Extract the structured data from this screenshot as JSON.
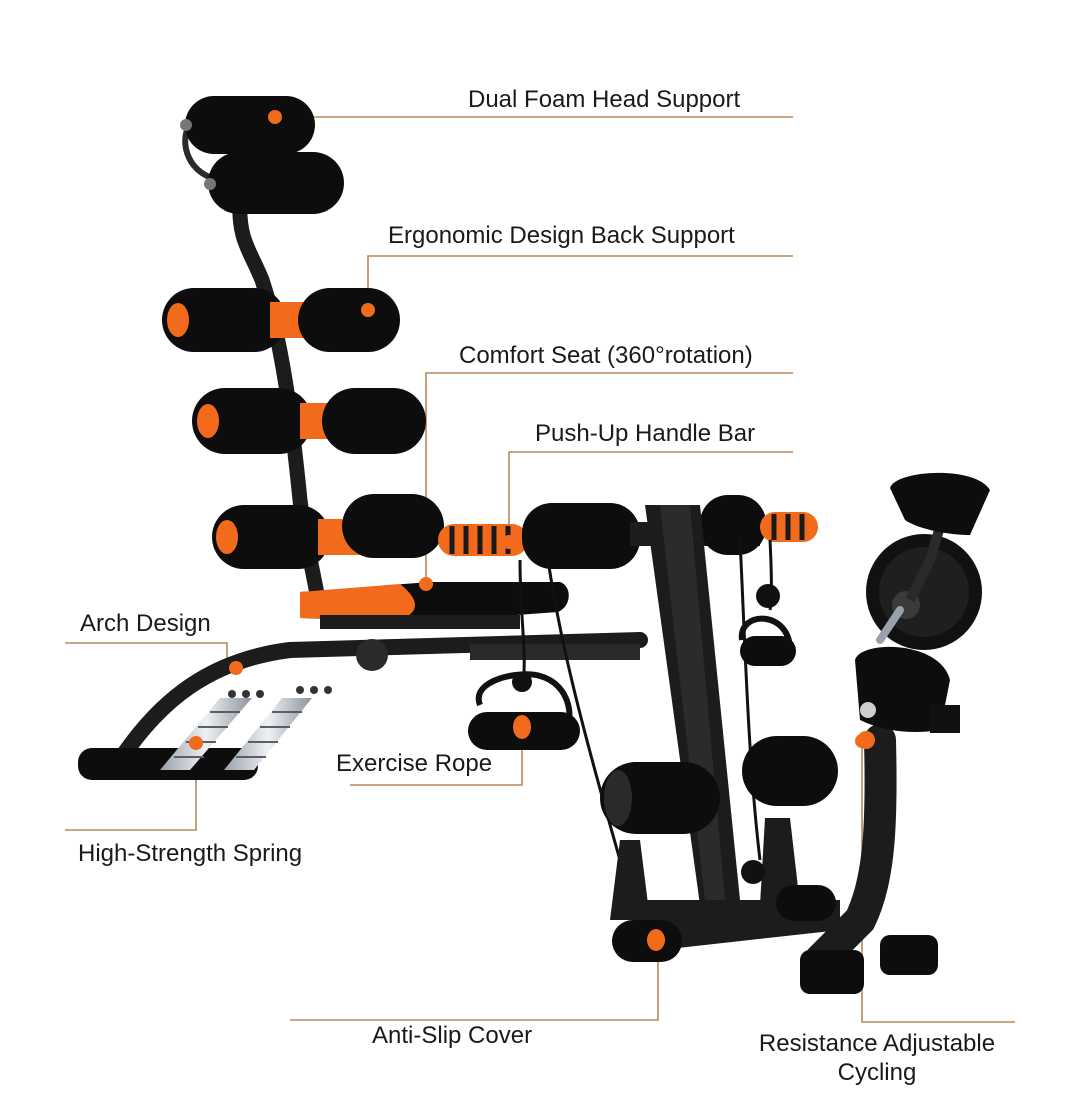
{
  "labels": {
    "head_support": "Dual Foam Head Support",
    "back_support": "Ergonomic Design Back Support",
    "comfort_seat": "Comfort Seat (360°rotation)",
    "push_up_bar": "Push-Up Handle Bar",
    "arch_design": "Arch Design",
    "exercise_rope": "Exercise Rope",
    "spring": "High-Strength Spring",
    "anti_slip": "Anti-Slip Cover",
    "cycling_line1": "Resistance Adjustable",
    "cycling_line2": "Cycling"
  },
  "colors": {
    "foam": "#0d0d0d",
    "frame": "#1c1c1c",
    "accent": "#f26a1b",
    "leader": "#b8895a",
    "spring": "#c9ced6"
  }
}
